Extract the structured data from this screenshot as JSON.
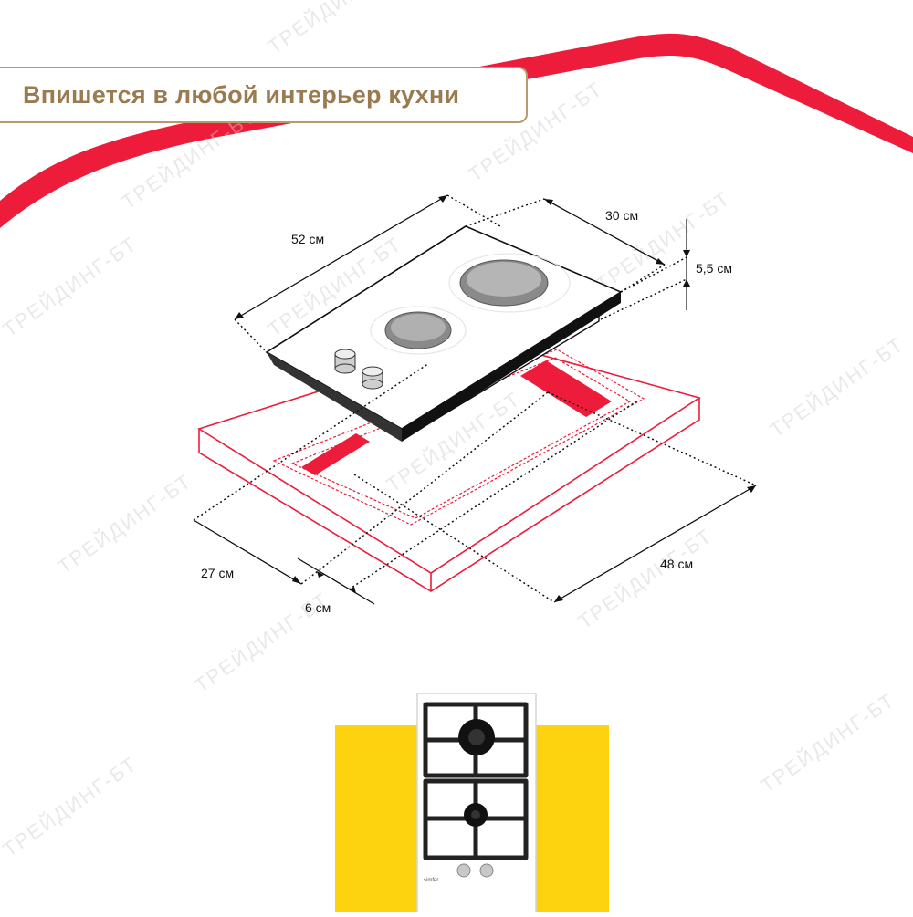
{
  "headline": "Впишется в любой интерьер кухни",
  "dimensions": {
    "length": "52 см",
    "width": "30 см",
    "height": "5,5 см",
    "cutout_width": "27 см",
    "offset": "6 см",
    "cutout_length": "48 см"
  },
  "watermark": "ТРЕЙДИНГ-БТ",
  "product_brand": "simfer",
  "colors": {
    "accent_red": "#ec1c3a",
    "banner_gold": "#9a7b4f",
    "yellow_panel": "#fdd20e"
  }
}
